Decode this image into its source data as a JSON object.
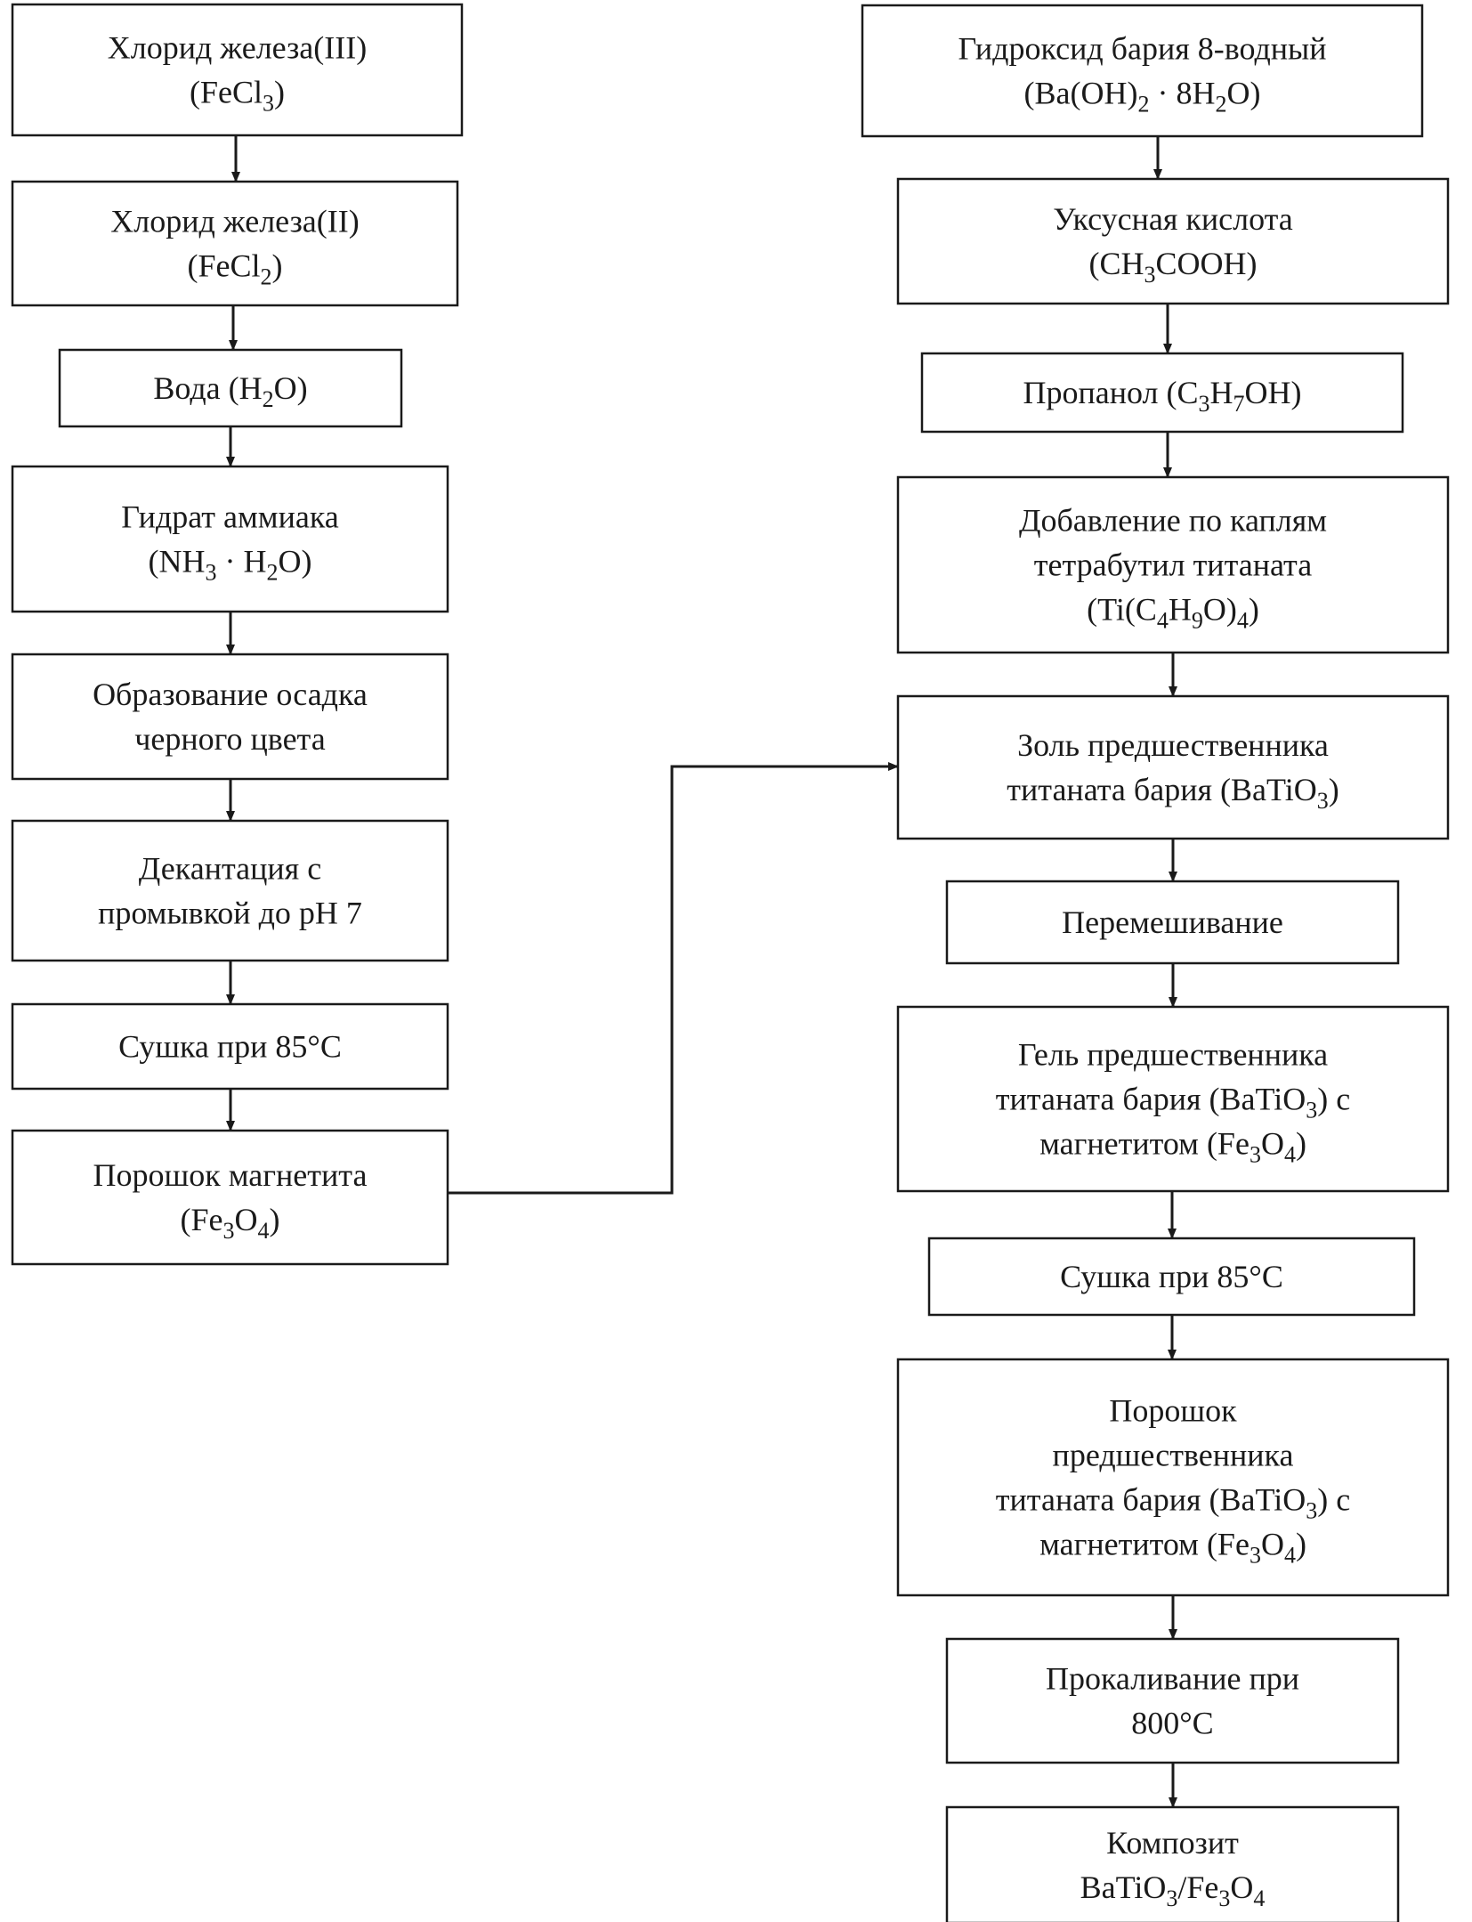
{
  "diagram": {
    "left_column": [
      {
        "id": "fecl3",
        "lines": [
          "Хлорид железа(III)",
          "(FeCl_3)"
        ]
      },
      {
        "id": "fecl2",
        "lines": [
          "Хлорид железа(II)",
          "(FeCl_2)"
        ]
      },
      {
        "id": "water",
        "lines": [
          "Вода (H_2O)"
        ]
      },
      {
        "id": "ammonia",
        "lines": [
          "Гидрат аммиака",
          "(NH_3 · H_2O)"
        ]
      },
      {
        "id": "black-precipitate",
        "lines": [
          "Образование осадка",
          "черного цвета"
        ]
      },
      {
        "id": "decantation",
        "lines": [
          "Декантация с",
          "промывкой до pH 7"
        ]
      },
      {
        "id": "drying-left",
        "lines": [
          "Сушка при 85°C"
        ]
      },
      {
        "id": "magnetite-powder",
        "lines": [
          "Порошок магнетита",
          "(Fe_3O_4)"
        ]
      }
    ],
    "right_column": [
      {
        "id": "barium-hydroxide",
        "lines": [
          "Гидроксид бария 8-водный",
          "(Ba(OH)_2 · 8H_2O)"
        ]
      },
      {
        "id": "acetic-acid",
        "lines": [
          "Уксусная кислота",
          "(CH_3COOH)"
        ]
      },
      {
        "id": "propanol",
        "lines": [
          "Пропанол (C_3H_7OH)"
        ]
      },
      {
        "id": "tetrabutyl-titanate",
        "lines": [
          "Добавление по каплям",
          "тетрабутил титаната",
          "(Ti(C_4H_9O)_4)"
        ]
      },
      {
        "id": "sol-precursor",
        "lines": [
          "Золь предшественника",
          "титаната бария (BaTiO_3)"
        ]
      },
      {
        "id": "stirring",
        "lines": [
          "Перемешивание"
        ]
      },
      {
        "id": "gel-precursor",
        "lines": [
          "Гель предшественника",
          "титаната бария (BaTiO_3) с",
          "магнетитом (Fe_3O_4)"
        ]
      },
      {
        "id": "drying-right",
        "lines": [
          "Сушка при 85°C"
        ]
      },
      {
        "id": "powder-precursor",
        "lines": [
          "Порошок",
          "предшественника",
          "титаната бария (BaTiO_3) с",
          "магнетитом (Fe_3O_4)"
        ]
      },
      {
        "id": "calcination",
        "lines": [
          "Прокаливание при",
          "800°C"
        ]
      },
      {
        "id": "composite",
        "lines": [
          "Композит",
          "BaTiO_3/Fe_3O_4"
        ]
      }
    ],
    "connections": [
      [
        "fecl3",
        "fecl2"
      ],
      [
        "fecl2",
        "water"
      ],
      [
        "water",
        "ammonia"
      ],
      [
        "ammonia",
        "black-precipitate"
      ],
      [
        "black-precipitate",
        "decantation"
      ],
      [
        "decantation",
        "drying-left"
      ],
      [
        "drying-left",
        "magnetite-powder"
      ],
      [
        "magnetite-powder",
        "sol-precursor"
      ],
      [
        "barium-hydroxide",
        "acetic-acid"
      ],
      [
        "acetic-acid",
        "propanol"
      ],
      [
        "propanol",
        "tetrabutyl-titanate"
      ],
      [
        "tetrabutyl-titanate",
        "sol-precursor"
      ],
      [
        "sol-precursor",
        "stirring"
      ],
      [
        "stirring",
        "gel-precursor"
      ],
      [
        "gel-precursor",
        "drying-right"
      ],
      [
        "drying-right",
        "powder-precursor"
      ],
      [
        "powder-precursor",
        "calcination"
      ],
      [
        "calcination",
        "composite"
      ]
    ]
  }
}
